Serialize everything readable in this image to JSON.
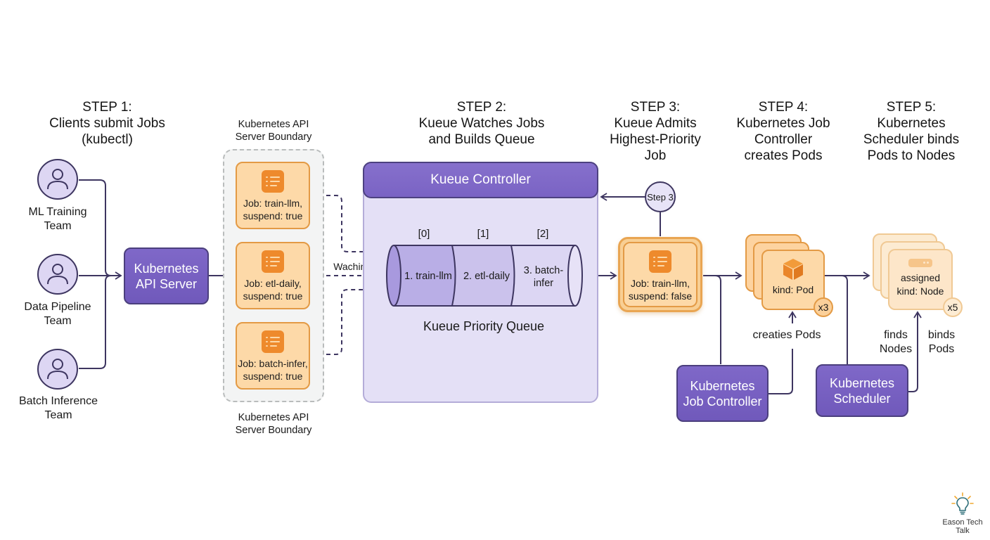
{
  "steps": [
    {
      "title_line1": "STEP 1:",
      "title_line2": "Clients submit Jobs",
      "title_line3": "(kubectl)"
    },
    {
      "title_line1": "STEP 2:",
      "title_line2": "Kueue Watches Jobs",
      "title_line3": "and Builds Queue"
    },
    {
      "title_line1": "STEP 3:",
      "title_line2": "Kueue Admits",
      "title_line3": "Highest-Priority",
      "title_line4": "Job"
    },
    {
      "title_line1": "STEP 4:",
      "title_line2": "Kubernetes Job",
      "title_line3": "Controller",
      "title_line4": "creates Pods"
    },
    {
      "title_line1": "STEP 5:",
      "title_line2": "Kubernetes",
      "title_line3": "Scheduler binds",
      "title_line4": "Pods to Nodes"
    }
  ],
  "teams": [
    {
      "line1": "ML Training",
      "line2": "Team"
    },
    {
      "line1": "Data Pipeline",
      "line2": "Team"
    },
    {
      "line1": "Batch Inference",
      "line2": "Team"
    }
  ],
  "api_server": {
    "line1": "Kubernetes",
    "line2": "API Server"
  },
  "boundary": {
    "label_line1": "Kubernetes API",
    "label_line2": "Server Boundary"
  },
  "jobs": [
    {
      "line1": "Job: train-llm,",
      "line2": "suspend: true"
    },
    {
      "line1": "Job: etl-daily,",
      "line2": "suspend: true"
    },
    {
      "line1": "Job: batch-infer,",
      "line2": "suspend: true"
    }
  ],
  "watching_label": "Waching...",
  "kueue": {
    "controller_label": "Kueue Controller",
    "queue_label": "Kueue Priority Queue",
    "indices": [
      "[0]",
      "[1]",
      "[2]"
    ],
    "queue_items": [
      {
        "line1": "1. train-llm",
        "line2": ""
      },
      {
        "line1": "2. etl-daily",
        "line2": ""
      },
      {
        "line1": "3. batch-",
        "line2": "infer"
      }
    ]
  },
  "step3_circle": "Step 3",
  "admitted_job": {
    "line1": "Job: train-llm,",
    "line2": "suspend: false"
  },
  "pods": {
    "label": "kind: Pod",
    "count": "x3",
    "arrow_label": "creaties Pods"
  },
  "job_controller": {
    "line1": "Kubernetes",
    "line2": "Job Controller"
  },
  "nodes": {
    "line1": "assigned",
    "line2": "kind: Node",
    "count": "x5"
  },
  "scheduler": {
    "line1": "Kubernetes",
    "line2": "Scheduler"
  },
  "finds_label": {
    "line1": "finds",
    "line2": "Nodes"
  },
  "binds_label": {
    "line1": "binds",
    "line2": "Pods"
  },
  "logo": {
    "line1": "Eason Tech",
    "line2": "Talk"
  },
  "colors": {
    "purple": "#7a63c4",
    "purple_light": "#e4e0f6",
    "orange": "#ee8a2c",
    "orange_light": "#fdd9a8",
    "line": "#3d3560"
  }
}
